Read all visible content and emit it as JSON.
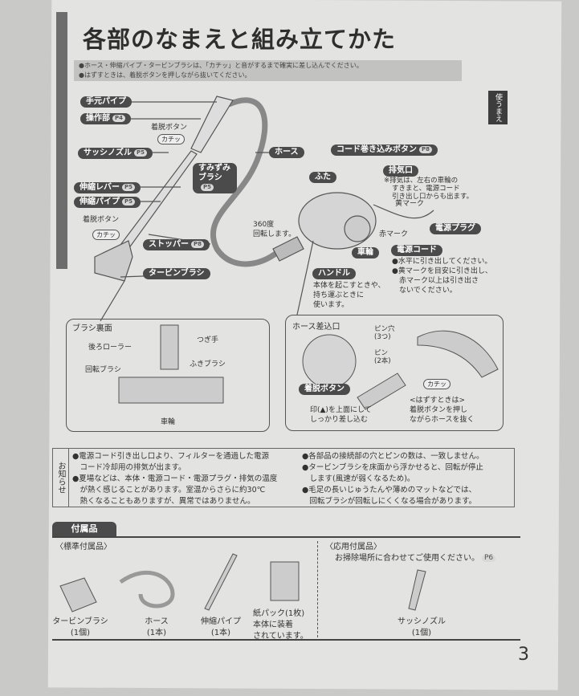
{
  "title": "各部のなまえと組み立てかた",
  "instructions": [
    "●ホース・伸縮パイプ・タービンブラシは、「カチッ」と音がするまで確実に差し込んでください。",
    "●はずすときは、着脱ボタンを押しながら抜いてください。"
  ],
  "side_tab": "使うまえ",
  "parts": {
    "temoto_pipe": "手元パイプ",
    "sousabu": "操作部",
    "sousabu_ref": "P4",
    "chakudatsu_button_1": "着脱ボタン",
    "click_1": "カチッ",
    "sash_nozzle": "サッシノズル",
    "sash_ref": "P5",
    "sumizumi_brush": "すみずみブラシ",
    "sumizumi_ref": "P5",
    "hose": "ホース",
    "shinshuku_lever": "伸縮レバー",
    "lever_ref": "P5",
    "shinshuku_pipe": "伸縮パイプ",
    "pipe_ref": "P5",
    "chakudatsu_button_2": "着脱ボタン",
    "click_2": "カチッ",
    "stopper": "ストッパー",
    "stopper_ref": "P8",
    "turbine_brush": "タービンブラシ",
    "rotate": "360度\n回転します。",
    "cord_button": "コード巻き込みボタン",
    "cord_button_ref": "P8",
    "futa": "ふた",
    "haikiguchi": "排気口",
    "haiki_note": [
      "※排気は、左右の車輪の",
      "すきまと、電源コード",
      "引き出し口からも出ます。"
    ],
    "yellow_mark": "黄マーク",
    "red_mark": "赤マーク",
    "power_plug": "電源プラグ",
    "power_cord": "電源コード",
    "cord_notes": [
      "●水平に引き出してください。",
      "●黄マークを目安に引き出し、",
      "赤マーク以上は引き出さ",
      "ないでください。"
    ],
    "wheel": "車輪",
    "handle": "ハンドル",
    "handle_note": [
      "本体を起こすときや、",
      "持ち運ぶときに",
      "使います。"
    ]
  },
  "brush_box": {
    "title": "ブラシ裏面",
    "rear_roller": "後ろローラー",
    "joint": "つぎ手",
    "rotary_brush": "回転ブラシ",
    "wipe_brush": "ふきブラシ",
    "wheel": "車輪"
  },
  "hose_box": {
    "title": "ホース差込口",
    "pin_hole": "ピン穴\n(3つ)",
    "pin": "ピン\n(2本)",
    "release_button": "着脱ボタン",
    "click": "カチッ",
    "insert_note": [
      "印(▲)を上面にして",
      "しっかり差し込む"
    ],
    "remove_note": [
      "<はずすときは>",
      "着脱ボタンを押し",
      "ながらホースを抜く"
    ]
  },
  "notice": {
    "label": "お知らせ",
    "left": [
      "●電源コード引き出し口より、フィルターを通過した電源",
      "　コード冷却用の排気が出ます。",
      "●夏場などは、本体・電源コード・電源プラグ・排気の温度",
      "　が熱く感じることがあります。室温からさらに約30℃",
      "　熱くなることもありますが、異常ではありません。"
    ],
    "right": [
      "●各部品の接続部の穴とピンの数は、一致しません。",
      "●タービンブラシを床面から浮かせると、回転が停止",
      "　します(風速が弱くなるため)。",
      "●毛足の長いじゅうたんや薄めのマットなどでは、",
      "　回転ブラシが回転しにくくなる場合があります。"
    ]
  },
  "accessories": {
    "tab": "付属品",
    "standard_heading": "〈標準付属品〉",
    "optional_heading": "〈応用付属品〉",
    "optional_note": "お掃除場所に合わせてご使用ください。",
    "optional_ref": "P6",
    "items": [
      {
        "name": "タービンブラシ",
        "qty": "(1個)"
      },
      {
        "name": "ホース",
        "qty": "(1本)"
      },
      {
        "name": "伸縮パイプ",
        "qty": "(1本)"
      },
      {
        "name": "紙パック(1枚)",
        "qty": "本体に装着\nされています。"
      },
      {
        "name": "サッシノズル",
        "qty": "(1個)"
      }
    ]
  },
  "page_number": "3"
}
